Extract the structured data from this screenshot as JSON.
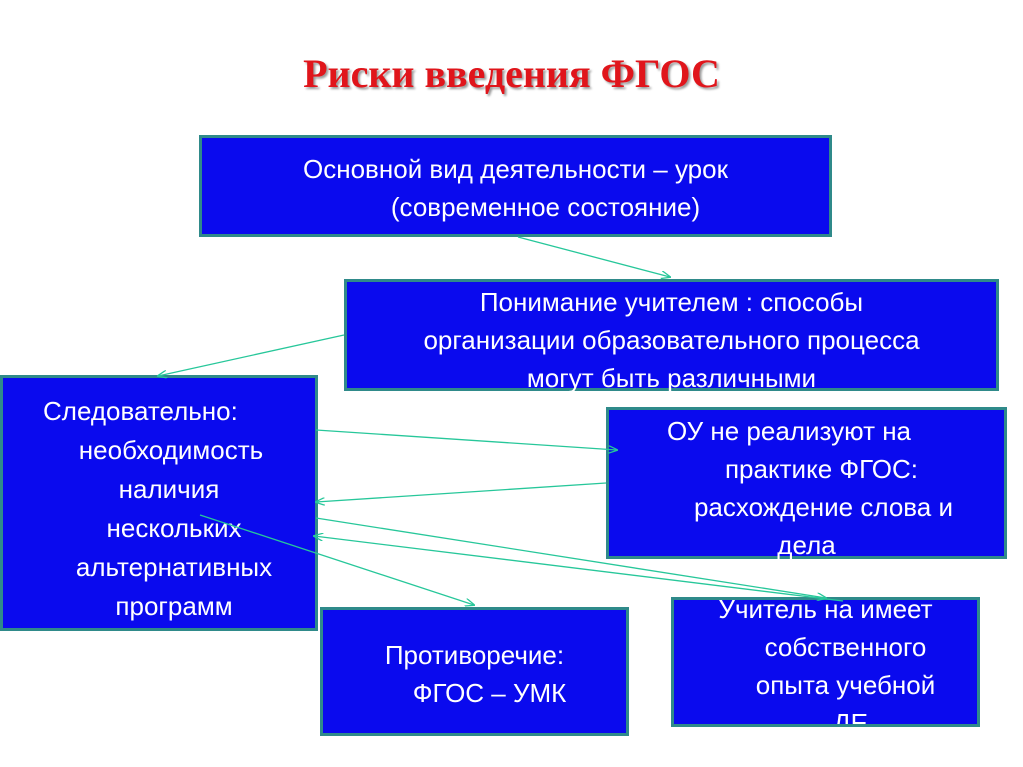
{
  "title": "Риски введения ФГОС",
  "boxes": {
    "main_activity": {
      "lines": [
        "Основной вид  деятельности – урок",
        "(современное состояние)"
      ]
    },
    "teacher_understanding": {
      "lines": [
        "Понимание учителем : способы",
        "организации образовательного процесса",
        "могут быть различными"
      ]
    },
    "consequently": {
      "lines": [
        "Следовательно:",
        "необходимость",
        "наличия",
        "нескольких",
        "альтернативных",
        "программ"
      ]
    },
    "schools_not_implementing": {
      "lines": [
        "ОУ не реализуют на",
        "практике  ФГОС:",
        "расхождение слова и",
        "дела"
      ]
    },
    "contradiction": {
      "lines": [
        "Противоречие:",
        "ФГОС – УМК"
      ]
    },
    "teacher_experience": {
      "lines": [
        "Учитель на имеет",
        "собственного",
        "опыта учебной",
        "ДЕ"
      ]
    }
  },
  "colors": {
    "title": "#e0151b",
    "box_fill": "#0a0aee",
    "box_border": "#2f8a8a",
    "box_text": "#ffffff",
    "connector": "#27c79a"
  }
}
